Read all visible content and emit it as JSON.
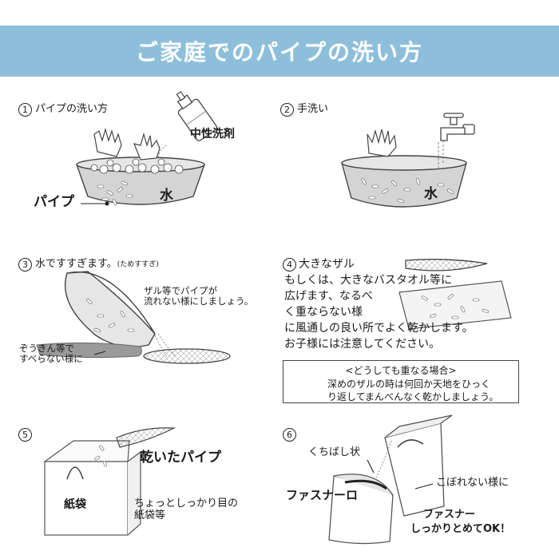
{
  "title": "ご家庭でのパイプの洗い方",
  "steps": [
    {
      "num": "1",
      "label": "パイプの洗い方",
      "detergent": "中性洗剤",
      "pipe": "パイプ",
      "water": "水"
    },
    {
      "num": "2",
      "label": "手洗い",
      "water": "水"
    },
    {
      "num": "3",
      "label": "水ですすぎます。",
      "sub": "(ためすすぎ)",
      "note_lines": [
        "ザル等でパイプが",
        "流れない様にしましょう。"
      ],
      "towel_lines": [
        "ぞうきん等で",
        "すべらない様に"
      ]
    },
    {
      "num": "4",
      "lines": [
        "大きなザル",
        "もしくは、大きなバスタオル等に",
        "広げます、なるべ",
        "く重ならない様",
        "に風通しの良い所でよく乾かします。",
        "お子様には注意してください。"
      ],
      "tip_title": "<どうしても重なる場合>",
      "tip_lines": [
        "深めのザルの時は何回か天地をひっく",
        "り返してまんべんなく乾かしましょう。"
      ]
    },
    {
      "num": "5",
      "dried": "乾いたパイプ",
      "bag": "紙袋",
      "bag_note_lines": [
        "ちょっとしっかり目の",
        "紙袋等"
      ]
    },
    {
      "num": "6",
      "beak": "くちばし状",
      "no_spill": "こぼれない様に",
      "fastener": "ファスナーロ",
      "close_lines": [
        "ファスナー",
        "しっかりとめてOK！"
      ]
    }
  ],
  "colors": {
    "banner": "#8dbfdb",
    "banner_text": "#ffffff",
    "ink": "#1a1a1a",
    "water": "#d4d4d4"
  },
  "icons": [
    "hand-icon",
    "detergent-bottle-icon",
    "faucet-icon",
    "colander-icon",
    "paper-bag-icon"
  ]
}
